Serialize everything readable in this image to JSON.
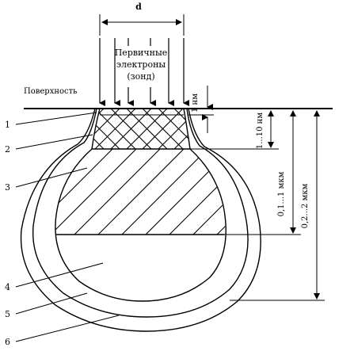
{
  "labels": {
    "width": "d",
    "probe_line1": "Первичные",
    "probe_line2": "электроны",
    "probe_line3": "(зонд)",
    "surface": "Поверхность",
    "dim_1nm": "1 нм",
    "dim_1_10nm": "1...10 нм",
    "dim_01_1um": "0,1...1 мкм",
    "dim_02_2um": "0,2...2 мкм"
  },
  "markers": [
    "1",
    "2",
    "3",
    "4",
    "5",
    "6"
  ],
  "colors": {
    "stroke": "#000000",
    "background": "#ffffff"
  }
}
